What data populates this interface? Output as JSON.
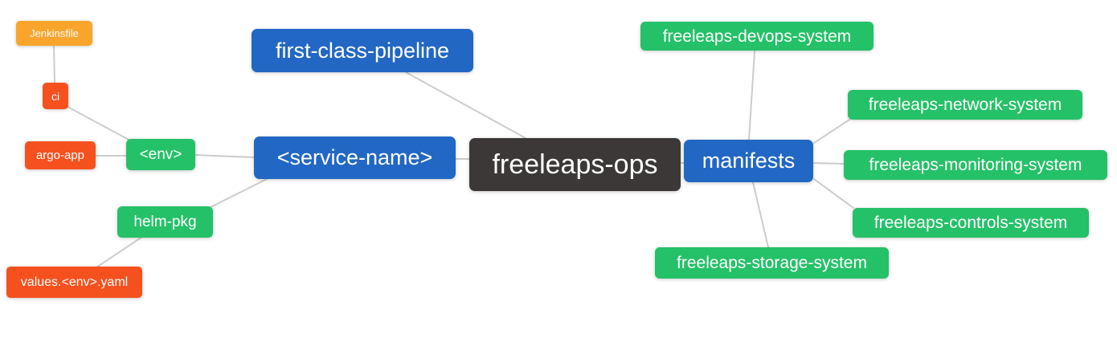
{
  "diagram": {
    "type": "mindmap",
    "root": "freeleaps-ops",
    "background": "#ffffff",
    "edge_color": "#cccccc"
  },
  "palette": {
    "blue": "#2267c4",
    "green": "#25c168",
    "red": "#f5511e",
    "orange": "#f9a52c",
    "dark": "#3b3837",
    "text": "#ffffff"
  },
  "nodes": {
    "jenkinsfile": {
      "label": "Jenkinsfile",
      "color": "#f9a52c"
    },
    "ci": {
      "label": "ci",
      "color": "#f5511e"
    },
    "argo_app": {
      "label": "argo-app",
      "color": "#f5511e"
    },
    "env": {
      "label": "<env>",
      "color": "#25c168"
    },
    "helm_pkg": {
      "label": "helm-pkg",
      "color": "#25c168"
    },
    "values_yaml": {
      "label": "values.<env>.yaml",
      "color": "#f5511e"
    },
    "first_class_pipeline": {
      "label": "first-class-pipeline",
      "color": "#2267c4"
    },
    "service_name": {
      "label": "<service-name>",
      "color": "#2267c4"
    },
    "freeleaps_ops": {
      "label": "freeleaps-ops",
      "color": "#3b3837"
    },
    "manifests": {
      "label": "manifests",
      "color": "#2267c4"
    },
    "devops_system": {
      "label": "freeleaps-devops-system",
      "color": "#25c168"
    },
    "network_system": {
      "label": "freeleaps-network-system",
      "color": "#25c168"
    },
    "monitoring_system": {
      "label": "freeleaps-monitoring-system",
      "color": "#25c168"
    },
    "controls_system": {
      "label": "freeleaps-controls-system",
      "color": "#25c168"
    },
    "storage_system": {
      "label": "freeleaps-storage-system",
      "color": "#25c168"
    }
  },
  "edges": [
    {
      "from": "jenkinsfile",
      "to": "ci"
    },
    {
      "from": "ci",
      "to": "env"
    },
    {
      "from": "argo_app",
      "to": "env"
    },
    {
      "from": "env",
      "to": "service_name"
    },
    {
      "from": "helm_pkg",
      "to": "service_name"
    },
    {
      "from": "values_yaml",
      "to": "helm_pkg"
    },
    {
      "from": "first_class_pipeline",
      "to": "freeleaps_ops"
    },
    {
      "from": "service_name",
      "to": "freeleaps_ops"
    },
    {
      "from": "freeleaps_ops",
      "to": "manifests"
    },
    {
      "from": "manifests",
      "to": "devops_system"
    },
    {
      "from": "manifests",
      "to": "network_system"
    },
    {
      "from": "manifests",
      "to": "monitoring_system"
    },
    {
      "from": "manifests",
      "to": "controls_system"
    },
    {
      "from": "manifests",
      "to": "storage_system"
    }
  ]
}
